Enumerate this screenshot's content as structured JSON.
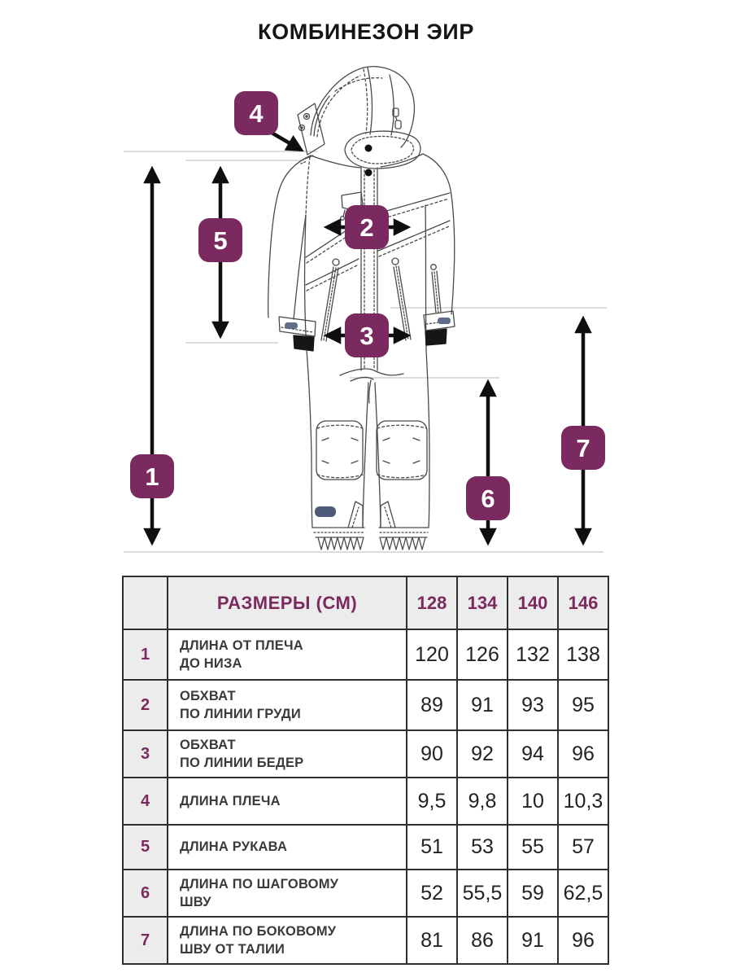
{
  "title": "КОМБИНЕЗОН ЭИР",
  "colors": {
    "accent": "#7b2a5f",
    "table_border": "#2f2f2f",
    "stripe_bg": "#ececec"
  },
  "markers": [
    "1",
    "2",
    "3",
    "4",
    "5",
    "6",
    "7"
  ],
  "table": {
    "header_label": "РАЗМЕРЫ (СМ)",
    "sizes": [
      "128",
      "134",
      "140",
      "146"
    ],
    "rows": [
      {
        "num": "1",
        "label": "ДЛИНА ОТ ПЛЕЧА\nДО НИЗА",
        "values": [
          "120",
          "126",
          "132",
          "138"
        ]
      },
      {
        "num": "2",
        "label": "ОБХВАТ\nПО ЛИНИИ ГРУДИ",
        "values": [
          "89",
          "91",
          "93",
          "95"
        ]
      },
      {
        "num": "3",
        "label": "ОБХВАТ\nПО ЛИНИИ БЕДЕР",
        "values": [
          "90",
          "92",
          "94",
          "96"
        ]
      },
      {
        "num": "4",
        "label": "ДЛИНА ПЛЕЧА",
        "values": [
          "9,5",
          "9,8",
          "10",
          "10,3"
        ]
      },
      {
        "num": "5",
        "label": "ДЛИНА РУКАВА",
        "values": [
          "51",
          "53",
          "55",
          "57"
        ]
      },
      {
        "num": "6",
        "label": "ДЛИНА ПО ШАГОВОМУ\nШВУ",
        "values": [
          "52",
          "55,5",
          "59",
          "62,5"
        ]
      },
      {
        "num": "7",
        "label": "ДЛИНА ПО БОКОВОМУ\nШВУ ОТ ТАЛИИ",
        "values": [
          "81",
          "86",
          "91",
          "96"
        ]
      }
    ]
  }
}
